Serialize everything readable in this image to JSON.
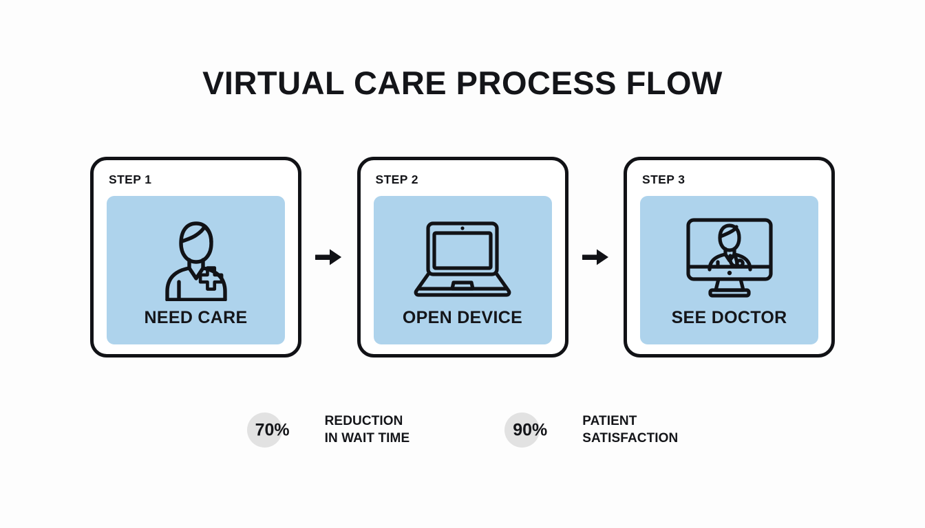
{
  "title": "VIRTUAL CARE PROCESS FLOW",
  "colors": {
    "background": "#fdfdfd",
    "panel_blue": "#aed3ec",
    "outline_black": "#111216",
    "stat_circle_gray": "#e2e2e2"
  },
  "steps": [
    {
      "eyebrow": "STEP 1",
      "label": "NEED CARE",
      "icon": "patient-with-medical-cross-icon"
    },
    {
      "eyebrow": "STEP 2",
      "label": "OPEN DEVICE",
      "icon": "laptop-icon"
    },
    {
      "eyebrow": "STEP 3",
      "label": "SEE DOCTOR",
      "icon": "doctor-on-monitor-icon"
    }
  ],
  "arrows": [
    {
      "icon": "arrow-right-icon"
    },
    {
      "icon": "arrow-right-icon"
    }
  ],
  "stats": [
    {
      "value": "70%",
      "text": "REDUCTION\nIN WAIT TIME"
    },
    {
      "value": "90%",
      "text": "PATIENT\nSATISFACTION"
    }
  ]
}
